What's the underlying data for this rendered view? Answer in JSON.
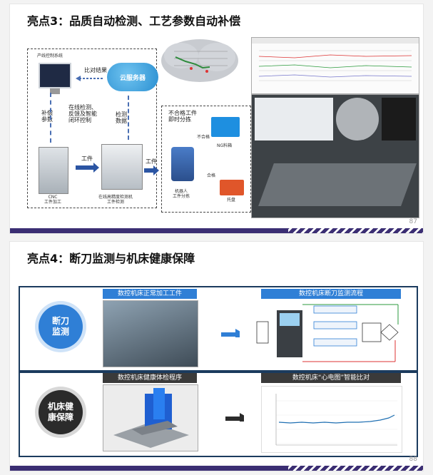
{
  "slide1": {
    "title": "亮点3：品质自动检测、工艺参数自动补偿",
    "page": "87",
    "pc_label": "产线控制系统",
    "compare_label": "比对结果",
    "cloud_label": "云服务器",
    "comp_label": "补偿\n参数",
    "online_label": "在线检测、\n反馈及智能\n闭环控制",
    "detect_label": "检测\n数据",
    "workpiece1": "工件",
    "workpiece2": "工件",
    "cnc_label": "CNC\n工件加工",
    "inspect_label": "在线高精度检测机\n工件检测",
    "reject_label": "不合格工件\n即时分拣",
    "ng_small": "不合格",
    "ok_small": "合格",
    "ng_bin": "NG料箱",
    "robot_label": "机器人\n工件分拣",
    "tray_label": "托盘"
  },
  "slide2": {
    "title": "亮点4：断刀监测与机床健康保障",
    "page": "88",
    "row1_circle": "断刀\n监测",
    "row1_left_band": "数控机床正常加工工件",
    "row1_right_band": "数控机床断刀监测流程",
    "row2_circle": "机床健\n康保障",
    "row2_left_band": "数控机床健康体检程序",
    "row2_right_band": "数控机床“心电图”智能比对"
  },
  "colors": {
    "accent": "#2f7fd6",
    "dark": "#3b2e73",
    "red_circle": "#e8f0fb"
  }
}
